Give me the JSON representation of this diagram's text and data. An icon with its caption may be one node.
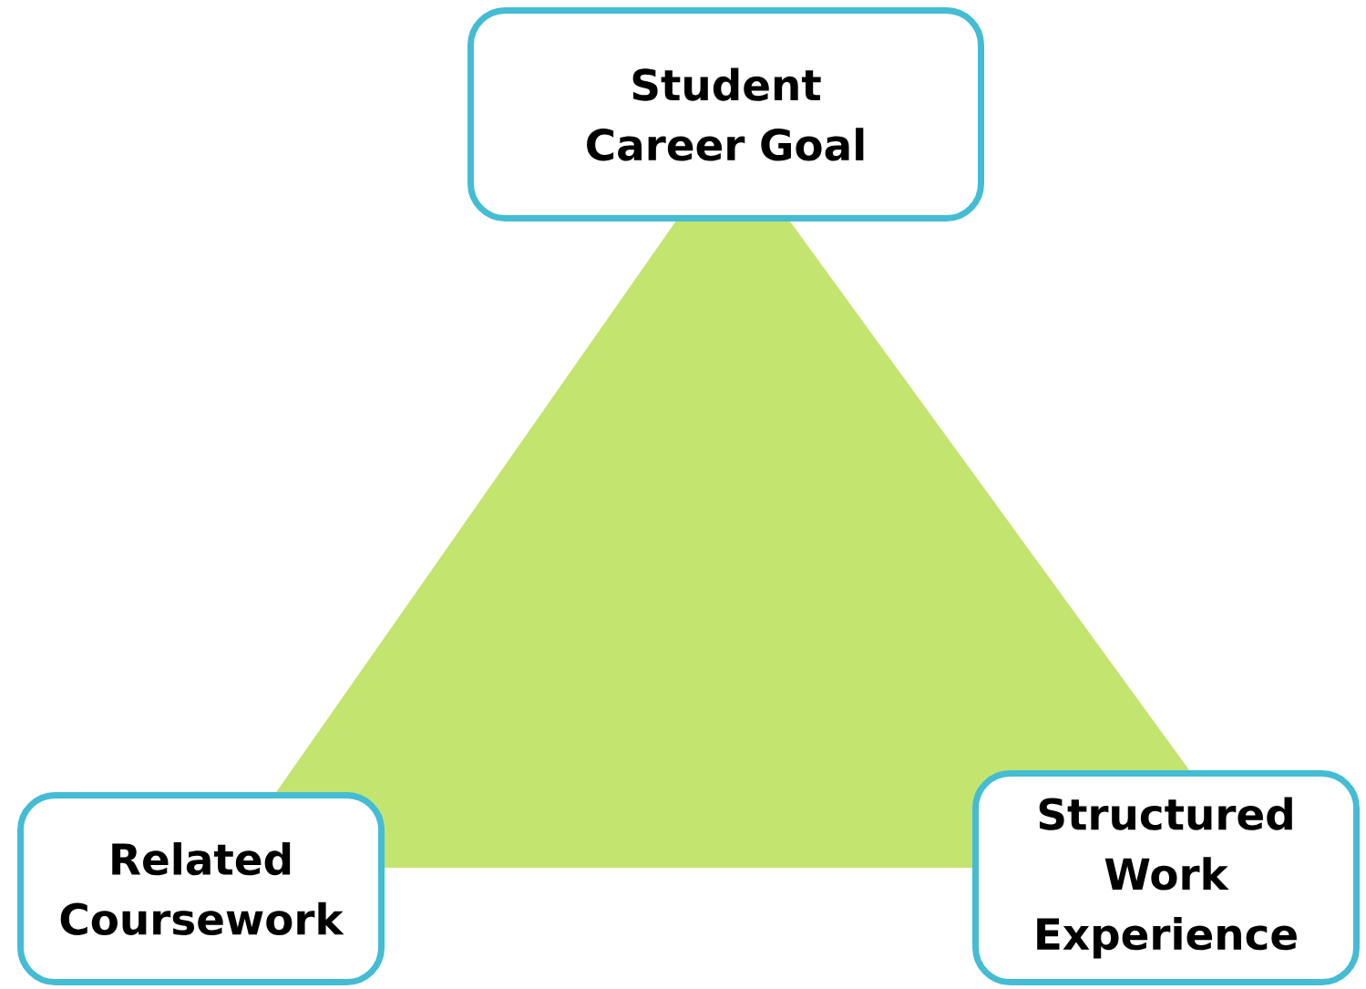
{
  "diagram": {
    "nodes": [
      {
        "text": [
          "Student Career Goal"
        ]
      },
      {
        "text": [
          "Related Coursework"
        ]
      },
      {
        "text": [
          "Structured Work Experience"
        ]
      }
    ]
  }
}
